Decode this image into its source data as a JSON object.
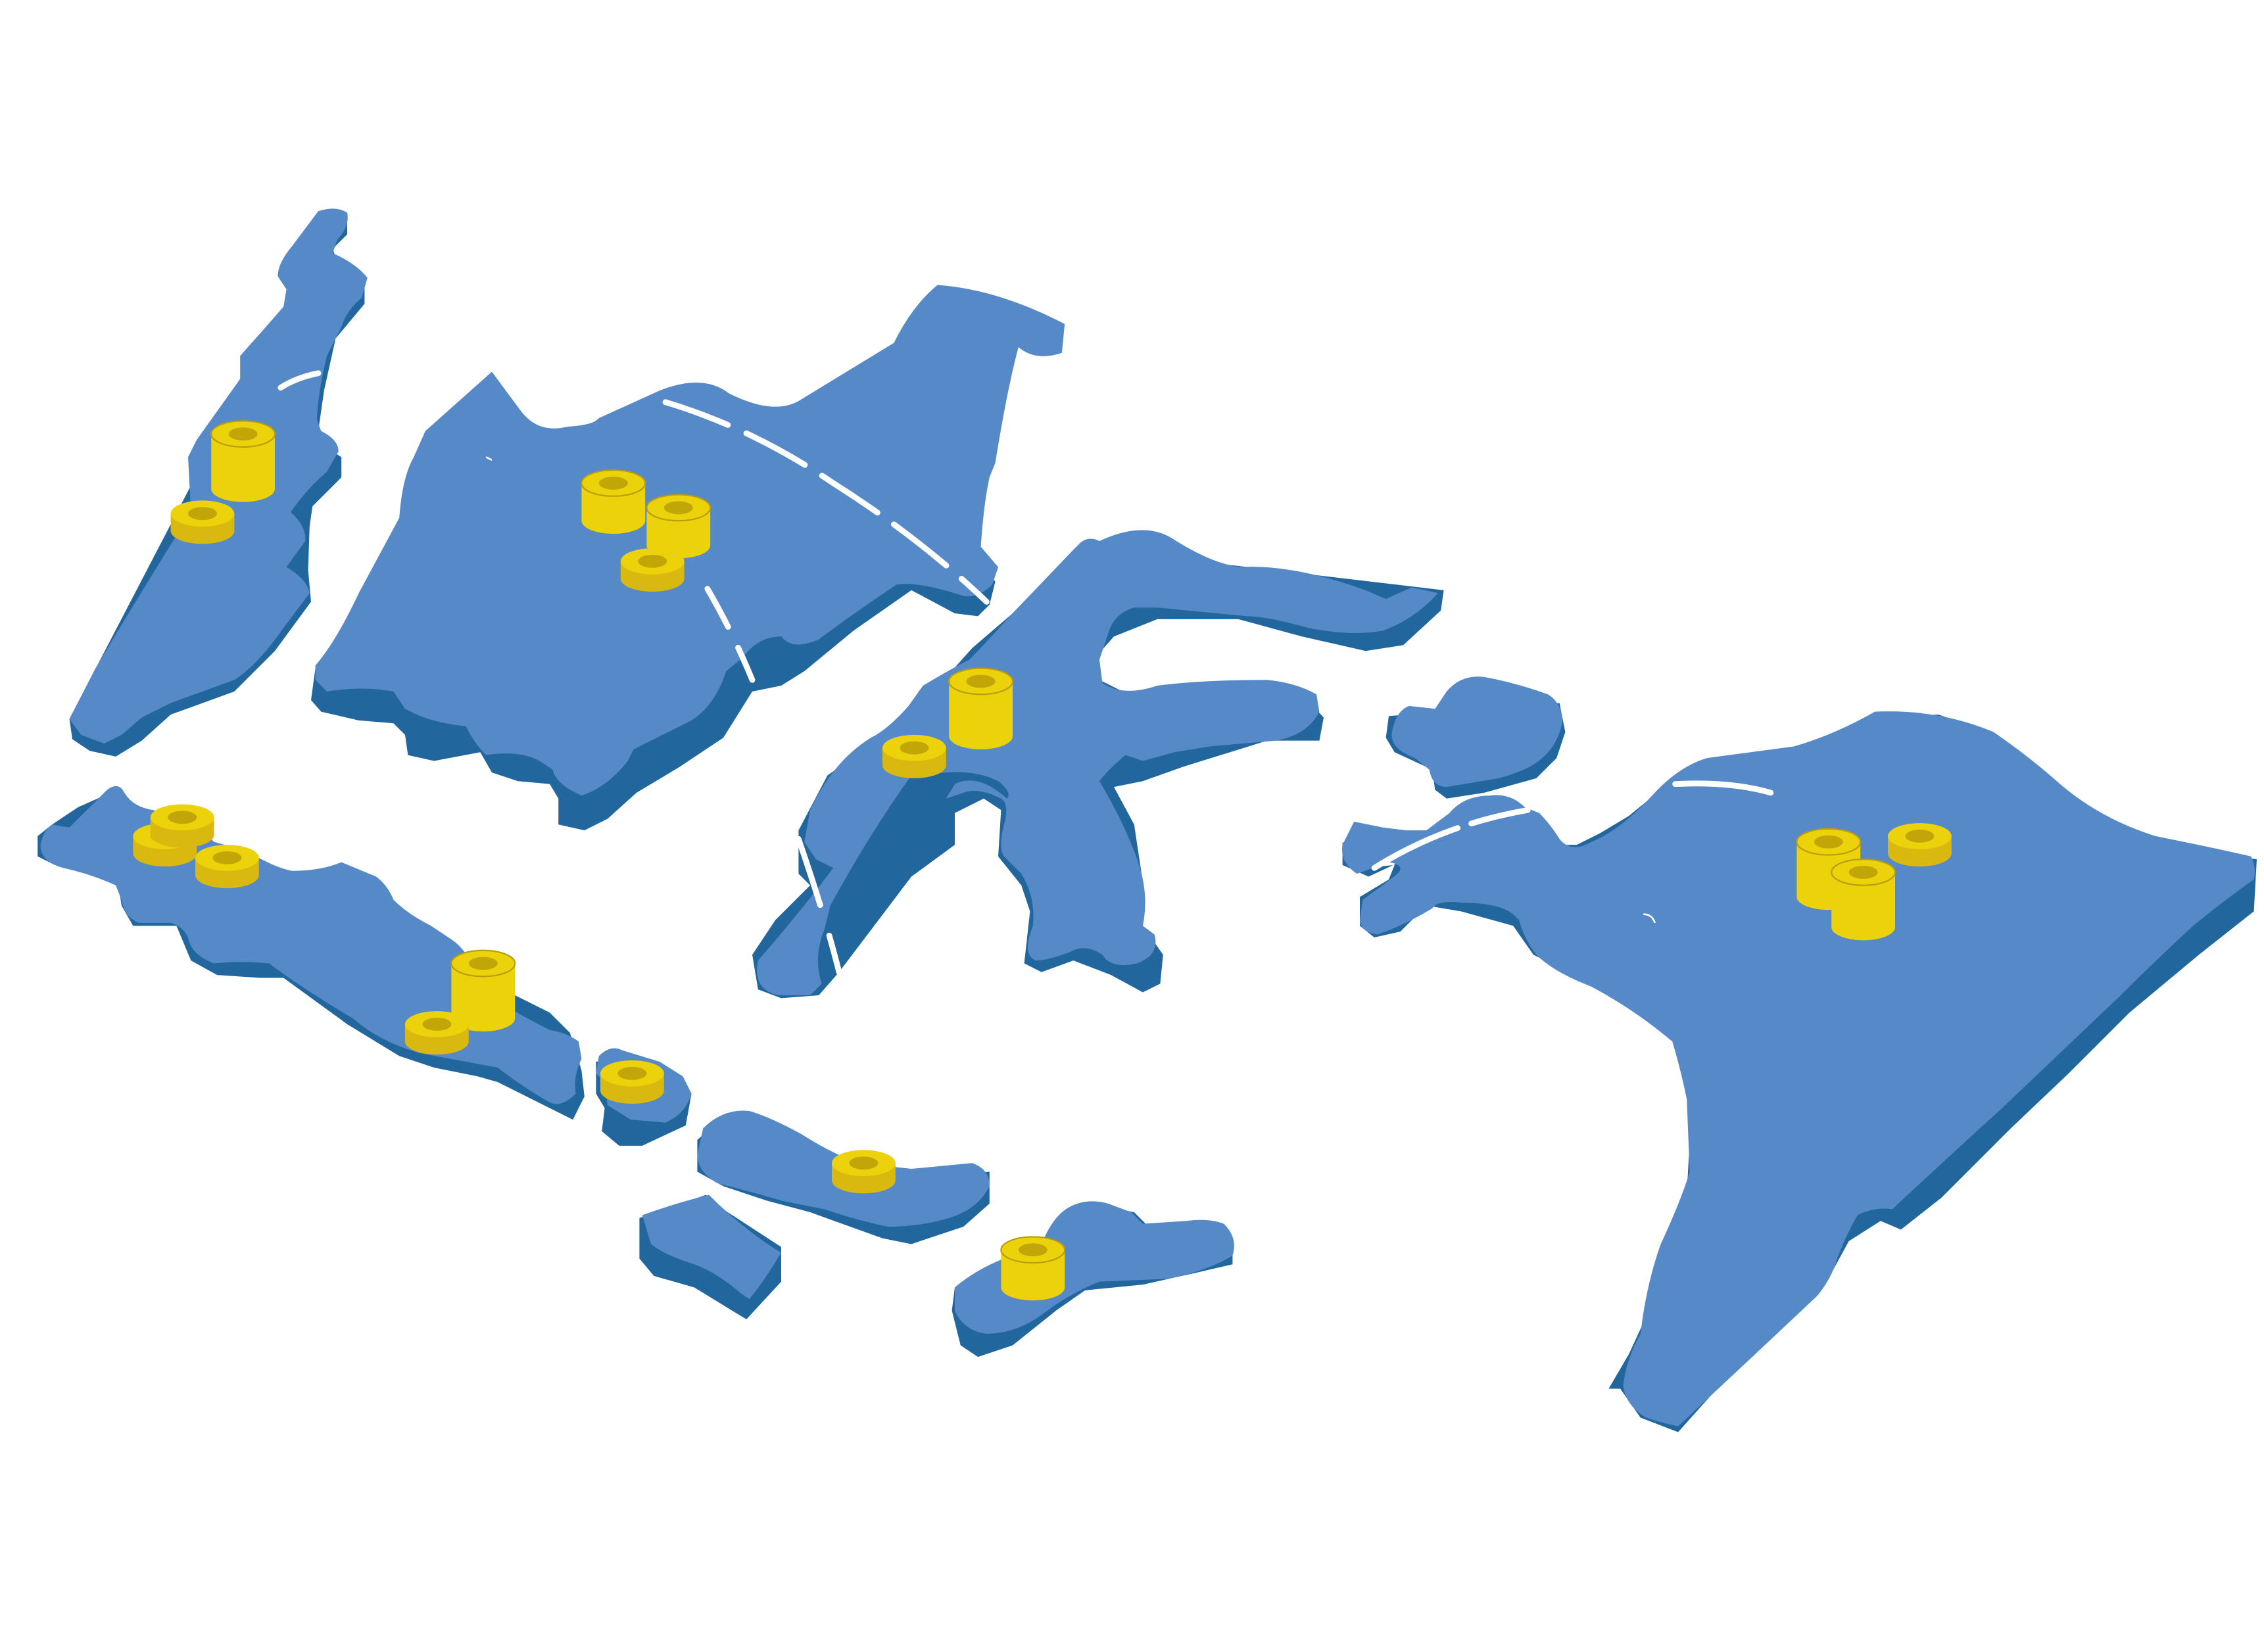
{
  "map": {
    "style": "isometric extruded islands (Indonesian archipelago silhouette)",
    "colors": {
      "land_top": "#5589c7",
      "land_side": "#22669e",
      "route": "#ffffff",
      "marker_top": "#ecd20b",
      "marker_side": "#d9b910",
      "marker_hole": "#c2a608",
      "marker_rim": "#b99e0c",
      "background": "#ffffff"
    },
    "islands": [
      {
        "id": "sumatra",
        "name": ""
      },
      {
        "id": "borneo",
        "name": ""
      },
      {
        "id": "sulawesi",
        "name": ""
      },
      {
        "id": "papua",
        "name": ""
      },
      {
        "id": "maluku-north",
        "name": ""
      },
      {
        "id": "maluku-south",
        "name": ""
      },
      {
        "id": "java",
        "name": ""
      },
      {
        "id": "bali",
        "name": ""
      },
      {
        "id": "lombok-sumbawa",
        "name": ""
      },
      {
        "id": "flores",
        "name": ""
      },
      {
        "id": "sumba",
        "name": ""
      },
      {
        "id": "timor",
        "name": ""
      }
    ],
    "marker_groups": [
      {
        "island": "sumatra",
        "count": 2
      },
      {
        "island": "borneo",
        "count": 3
      },
      {
        "island": "sulawesi",
        "count": 2
      },
      {
        "island": "papua",
        "count": 3
      },
      {
        "island": "java-west",
        "count": 3
      },
      {
        "island": "java-east",
        "count": 2
      },
      {
        "island": "bali",
        "count": 1
      },
      {
        "island": "lombok-sumbawa",
        "count": 1
      },
      {
        "island": "timor",
        "count": 1
      }
    ],
    "routes": [
      {
        "id": "sumatra-route"
      },
      {
        "id": "borneo-north-route"
      },
      {
        "id": "borneo-east-route"
      },
      {
        "id": "sulawesi-route"
      },
      {
        "id": "maluku-route"
      },
      {
        "id": "papua-route"
      }
    ]
  }
}
